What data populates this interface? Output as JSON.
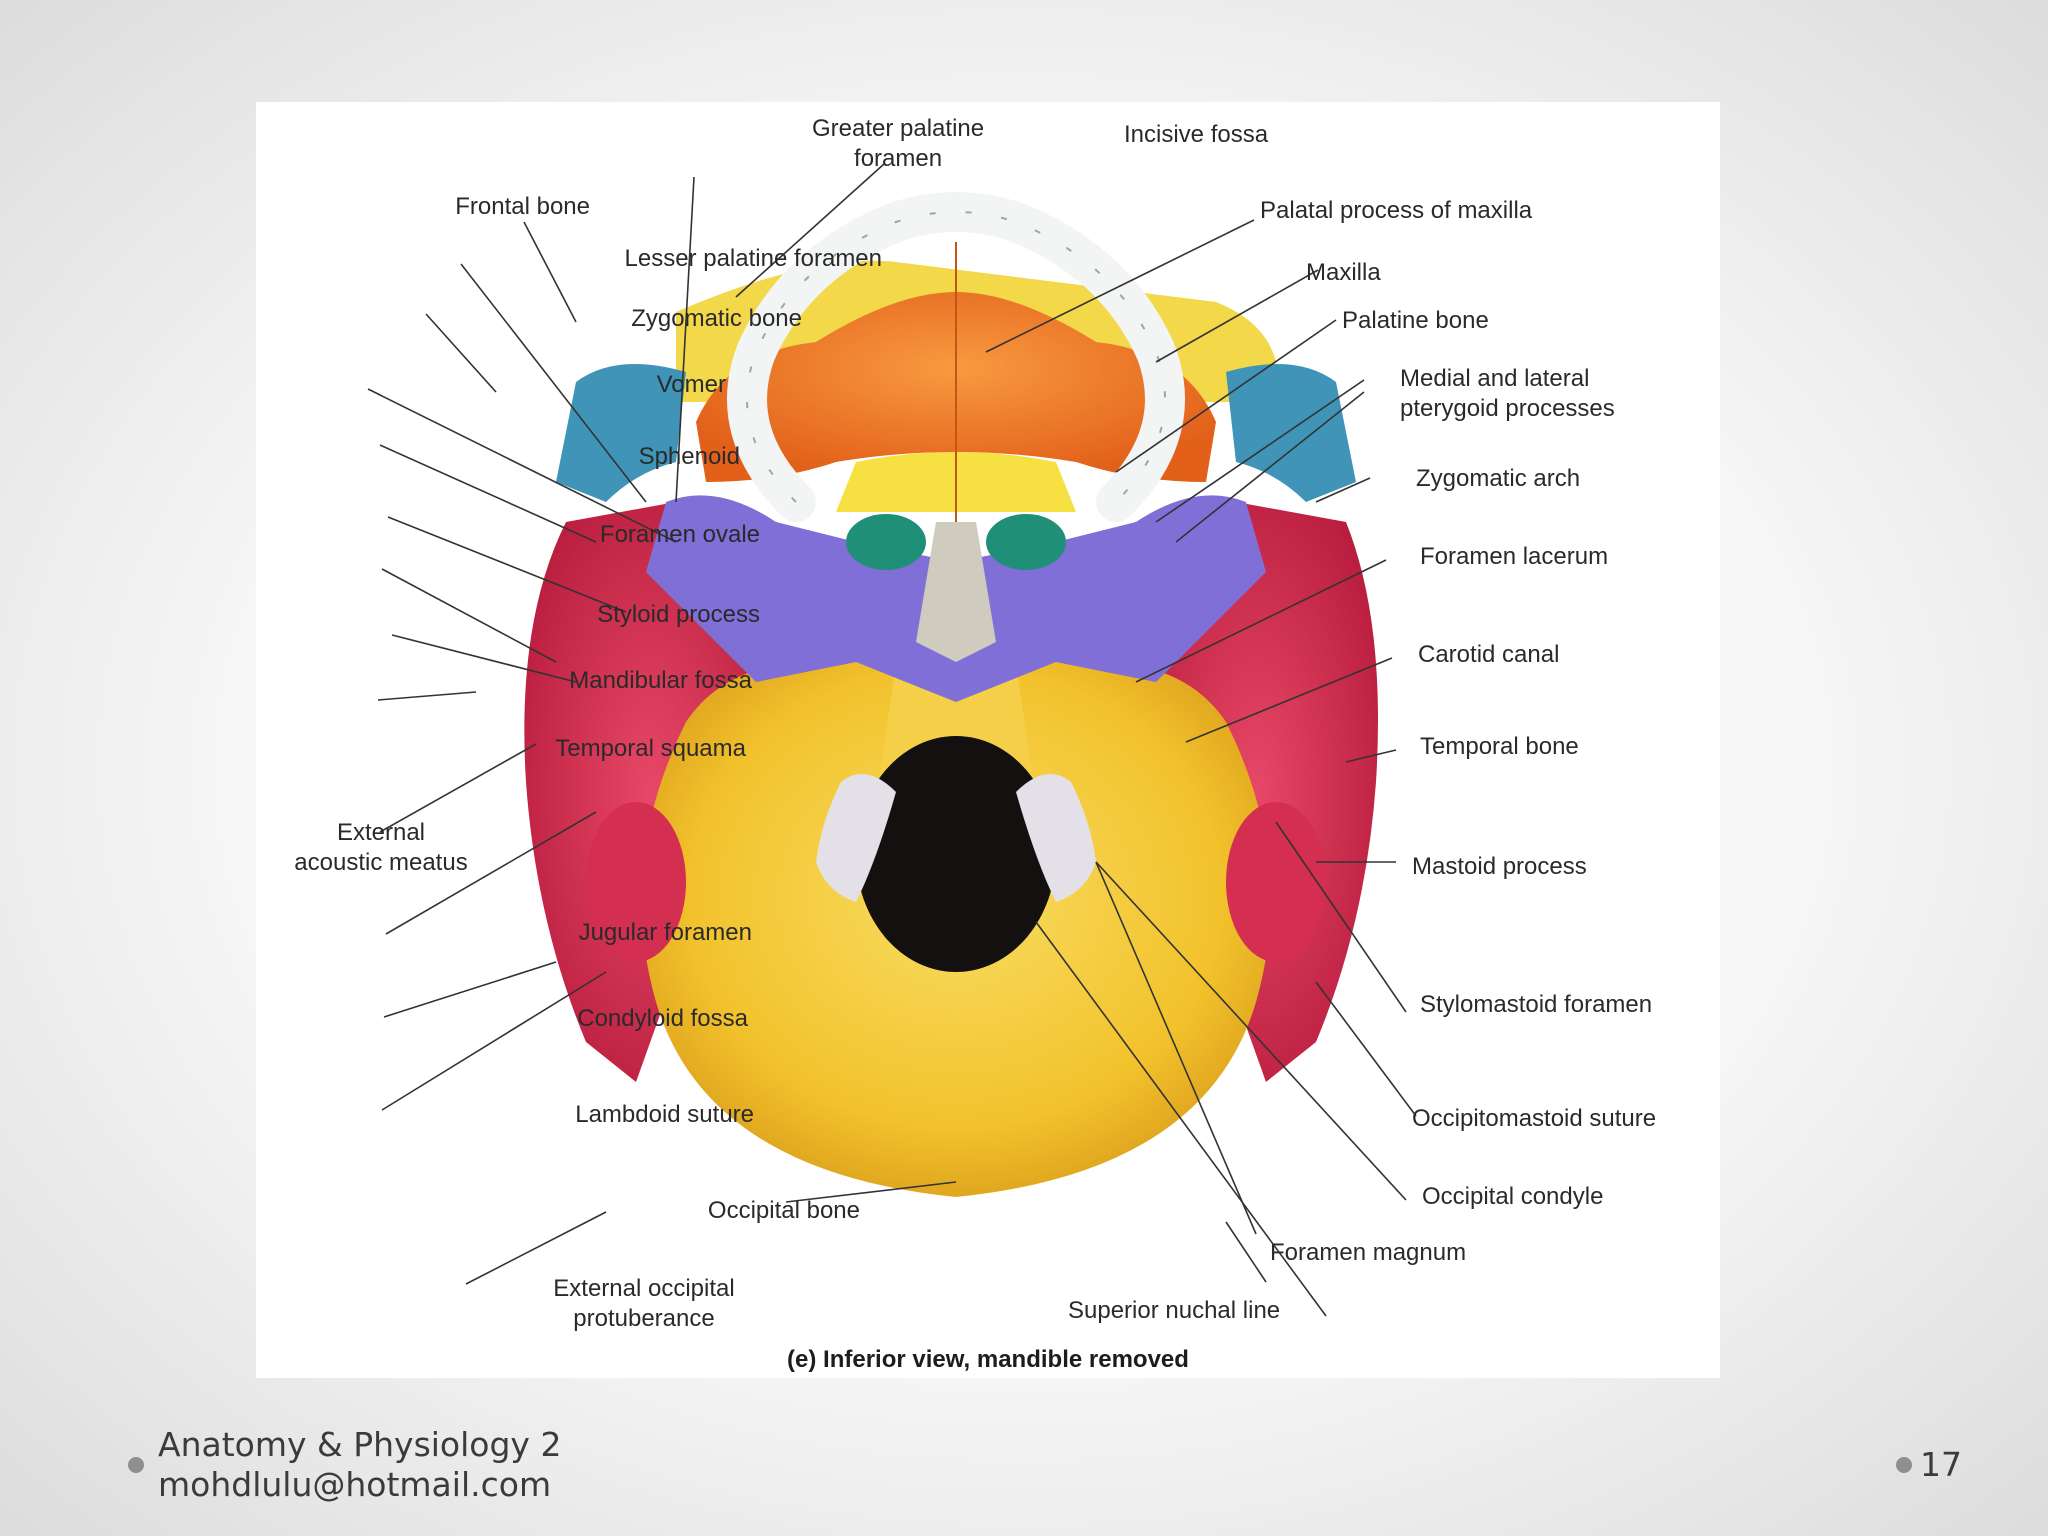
{
  "figure": {
    "caption": "(e) Inferior view, mandible removed",
    "labels_left": {
      "frontal_bone": "Frontal bone",
      "lesser_palatine_foramen": "Lesser palatine foramen",
      "zygomatic_bone": "Zygomatic bone",
      "vomer": "Vomer",
      "sphenoid": "Sphenoid",
      "foramen_ovale": "Foramen ovale",
      "styloid_process": "Styloid process",
      "mandibular_fossa": "Mandibular fossa",
      "temporal_squama": "Temporal squama",
      "external_acoustic_meatus": "External\nacoustic meatus",
      "jugular_foramen": "Jugular foramen",
      "condyloid_fossa": "Condyloid fossa",
      "lambdoid_suture": "Lambdoid suture",
      "occipital_bone": "Occipital bone",
      "external_occipital_protuberance": "External occipital\nprotuberance"
    },
    "labels_top": {
      "greater_palatine_foramen": "Greater palatine\nforamen",
      "incisive_fossa": "Incisive fossa"
    },
    "labels_right": {
      "palatal_process_of_maxilla": "Palatal process of maxilla",
      "maxilla": "Maxilla",
      "palatine_bone": "Palatine bone",
      "medial_lateral_pterygoid": "Medial and lateral\npterygoid processes",
      "zygomatic_arch": "Zygomatic arch",
      "foramen_lacerum": "Foramen lacerum",
      "carotid_canal": "Carotid canal",
      "temporal_bone": "Temporal bone",
      "mastoid_process": "Mastoid process",
      "stylomastoid_foramen": "Stylomastoid foramen",
      "occipitomastoid_suture": "Occipitomastoid suture",
      "occipital_condyle": "Occipital condyle",
      "foramen_magnum": "Foramen magnum",
      "superior_nuchal_line": "Superior nuchal line"
    },
    "colors": {
      "occipital": "#f2c22c",
      "temporal": "#d42e50",
      "sphenoid": "#7f6fd6",
      "maxilla": "#f0781c",
      "palatine": "#f6e042",
      "zygomatic": "#3f94b8",
      "vomer": "#cfcbbf",
      "teeth": "#f2f5f4",
      "choanae": "#1f8f78",
      "foramen_magnum": "#141010"
    }
  },
  "footer": {
    "course": "Anatomy & Physiology 2",
    "email": "mohdlulu@hotmail.com",
    "slide_number": "17"
  }
}
